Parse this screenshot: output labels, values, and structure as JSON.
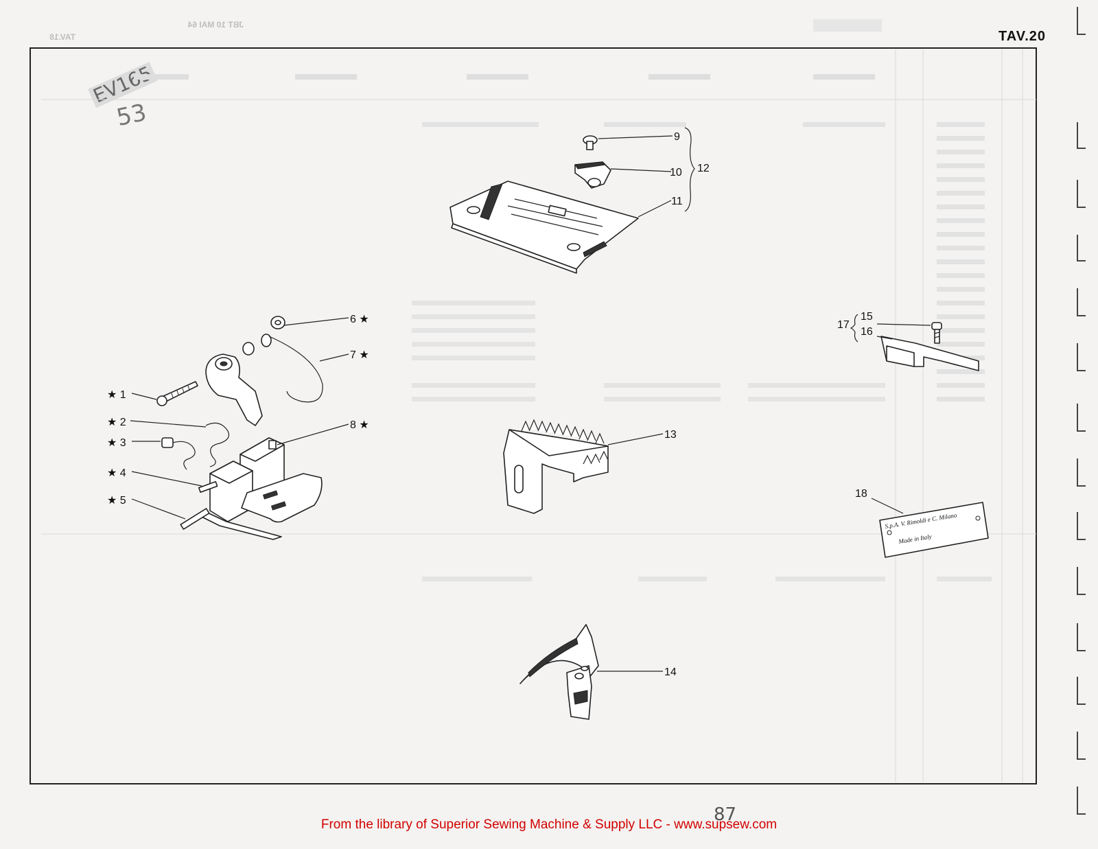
{
  "header": {
    "table_label": "TAV.20"
  },
  "footer": {
    "text": "From the library of Superior Sewing Machine & Supply LLC - www.supsew.com"
  },
  "handwritten": {
    "stamp": "EV165",
    "note": "53",
    "page_number": "87"
  },
  "callouts": {
    "c1": "★ 1",
    "c2": "★ 2",
    "c3": "★ 3",
    "c4": "★ 4",
    "c5": "★ 5",
    "c6": "6 ★",
    "c7": "7 ★",
    "c8": "8 ★",
    "c9": "9",
    "c10": "10",
    "c11": "11",
    "c12": "12",
    "c13": "13",
    "c14": "14",
    "c15": "15",
    "c16": "16",
    "c17": "17",
    "c18": "18"
  },
  "nameplate": {
    "line1": "S.p.A. V. Rimoldi e C. Milano",
    "line2": "Made in Italy"
  }
}
